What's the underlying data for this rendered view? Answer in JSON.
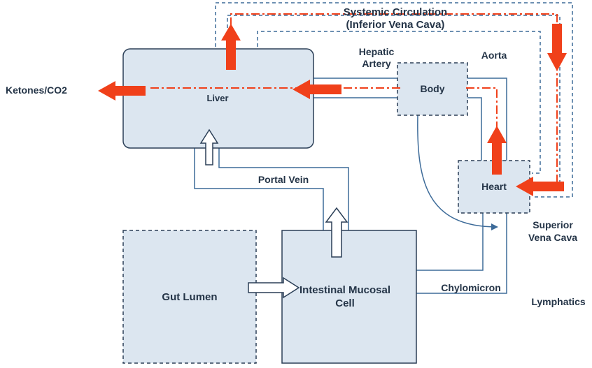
{
  "diagram": {
    "nodes": {
      "liver": "Liver",
      "body": "Body",
      "heart": "Heart",
      "gut_lumen": "Gut Lumen",
      "intestinal_cell_line1": "Intestinal Mucosal",
      "intestinal_cell_line2": "Cell"
    },
    "labels": {
      "systemic_line1": "Systemic Circulation",
      "systemic_line2": "(Inferior Vena Cava)",
      "hepatic_artery_line1": "Hepatic",
      "hepatic_artery_line2": "Artery",
      "aorta": "Aorta",
      "ketones": "Ketones/CO2",
      "portal_vein": "Portal Vein",
      "superior_vena_cava_line1": "Superior",
      "superior_vena_cava_line2": "Vena Cava",
      "chylomicron": "Chylomicron",
      "lymphatics": "Lymphatics"
    },
    "colors": {
      "box_fill": "#dce6f0",
      "box_stroke": "#2b3f57",
      "vessel": "#3d6b99",
      "flow_arrow": "#f0401a",
      "text": "#243447"
    }
  }
}
